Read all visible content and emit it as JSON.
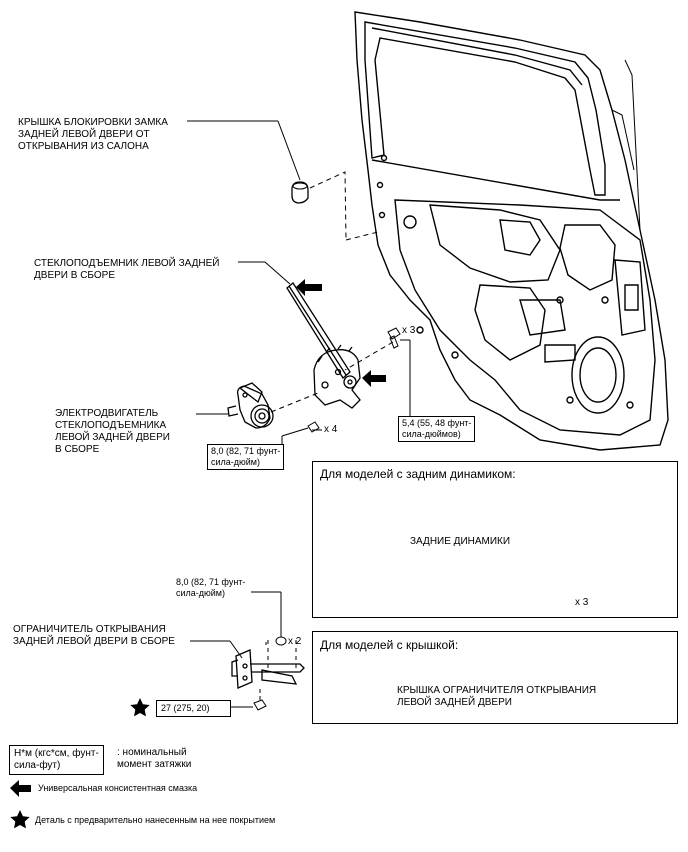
{
  "labels": {
    "lock_cover": "КРЫШКА БЛОКИРОВКИ ЗАМКА\nЗАДНЕЙ ЛЕВОЙ ДВЕРИ ОТ\nОТКРЫВАНИЯ ИЗ САЛОНА",
    "regulator": "СТЕКЛОПОДЪЕМНИК ЛЕВОЙ ЗАДНЕЙ\nДВЕРИ В СБОРЕ",
    "motor": "ЭЛЕКТРОДВИГАТЕЛЬ\nСТЕКЛОПОДЪЕМНИКА\nЛЕВОЙ ЗАДНЕЙ ДВЕРИ\nВ СБОРЕ",
    "check": "ОГРАНИЧИТЕЛЬ ОТКРЫВАНИЯ\nЗАДНЕЙ ЛЕВОЙ ДВЕРИ В СБОРЕ",
    "speaker": "ЗАДНИЕ ДИНАМИКИ",
    "check_cover": "КРЫШКА ОГРАНИЧИТЕЛЯ ОТКРЫВАНИЯ\nЛЕВОЙ ЗАДНЕЙ ДВЕРИ"
  },
  "qty": {
    "regulator_bolts": "x 3",
    "motor_bolts": "x 4",
    "speaker_screws": "x 3",
    "check_nuts": "x 2"
  },
  "torque": {
    "regulator": "5,4 (55, 48 фунт-\nсила-дюймов)",
    "motor": "8,0 (82, 71 фунт-\nсила-дюйм)",
    "check_nut": "8,0 (82, 71 фунт-\nсила-дюйм)",
    "check_bolt": "27 (275, 20)"
  },
  "panels": {
    "speaker_title": "Для моделей с задним динамиком:",
    "cover_title": "Для моделей с крышкой:"
  },
  "legend": {
    "torque_unit": "Н*м (кгс*см, фунт-\nсила-фут)",
    "torque_desc": ": номинальный\nмомент затяжки",
    "grease": "Универсальная консистентная смазка",
    "precoated": "Деталь с предварительно нанесенным на нее покрытием"
  }
}
